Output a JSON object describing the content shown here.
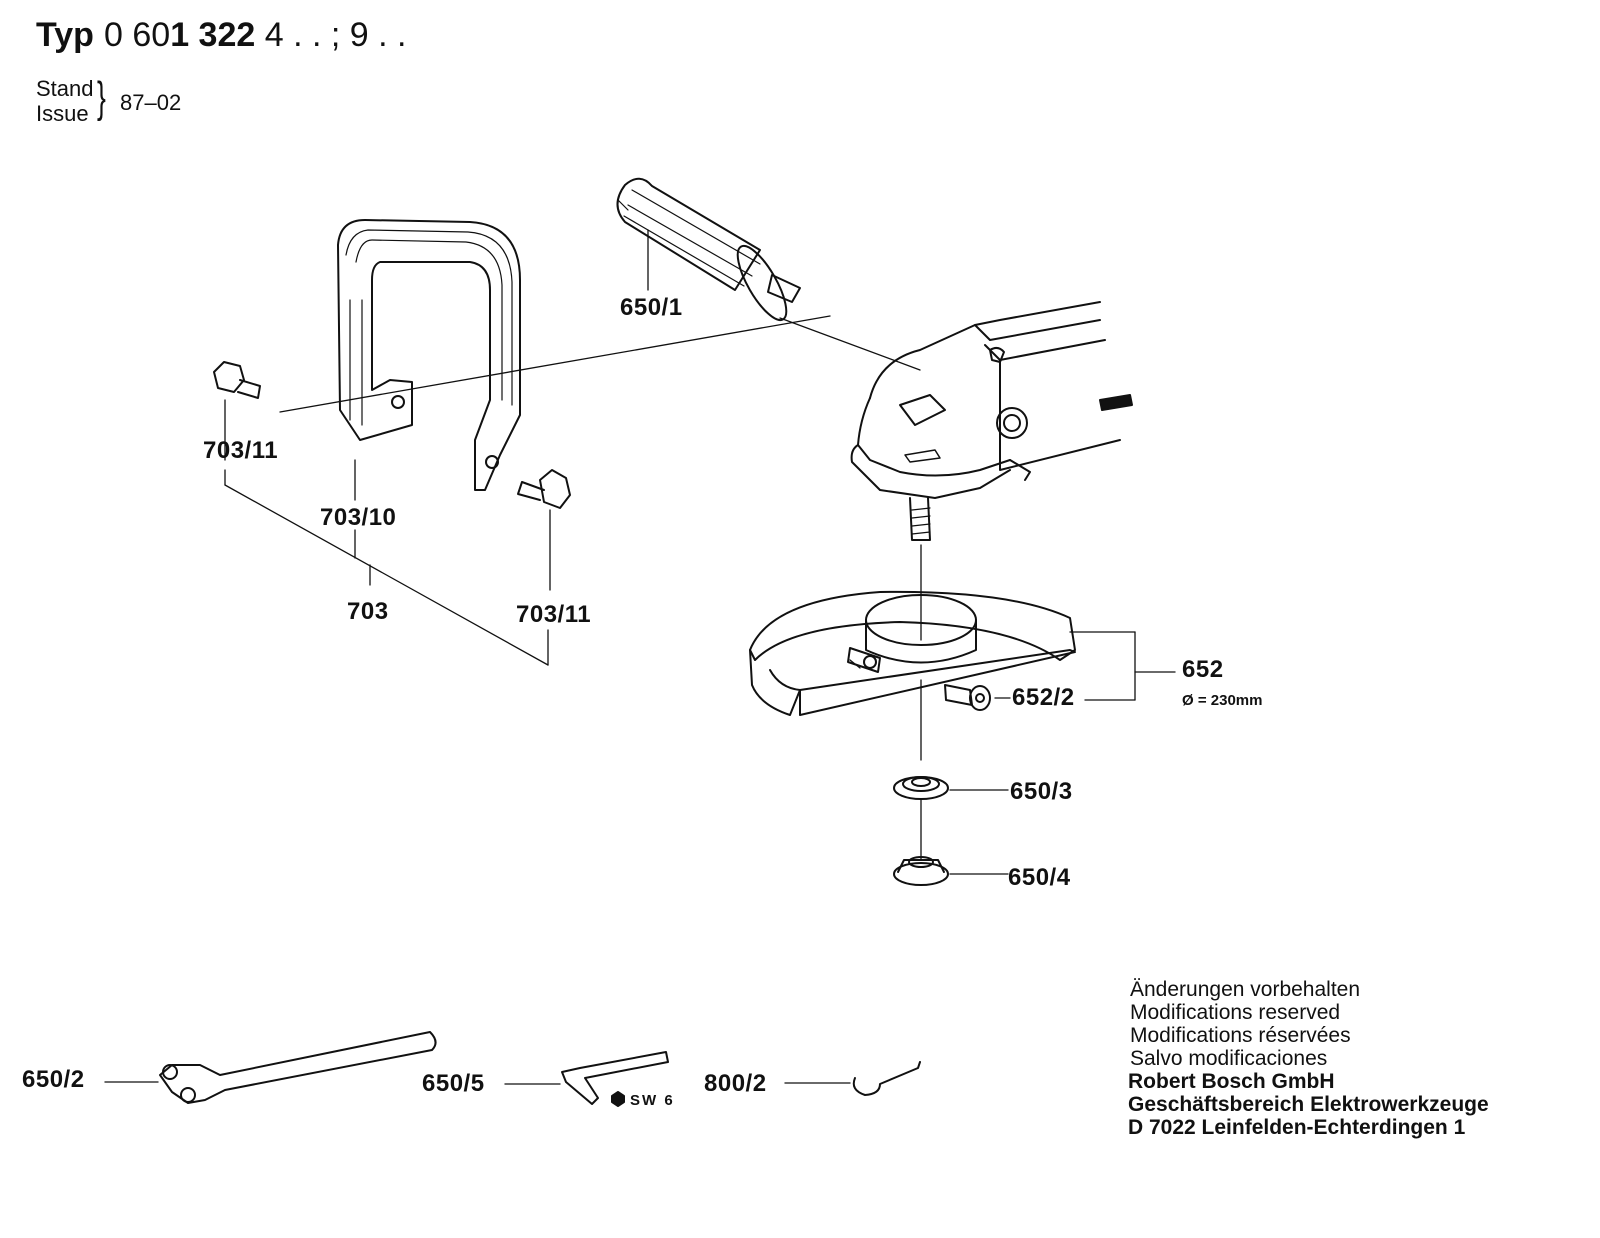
{
  "header": {
    "typ": "Typ",
    "number_prefix": "0 60",
    "number_bold": "1 322",
    "number_suffix": " 4 . . ; 9 . .",
    "stand": "Stand",
    "issue": "Issue",
    "date": "87–02"
  },
  "labels": {
    "p650_1": "650/1",
    "p703_11_left": "703/11",
    "p703_10": "703/10",
    "p703": "703",
    "p703_11_right": "703/11",
    "p652": "652",
    "p652_diameter": "Ø = 230mm",
    "p652_2": "652/2",
    "p650_3": "650/3",
    "p650_4": "650/4",
    "p650_2": "650/2",
    "p650_5": "650/5",
    "sw6": "SW 6",
    "p800_2": "800/2"
  },
  "notes": [
    "Änderungen vorbehalten",
    "Modifications reserved",
    "Modifications réservées",
    "Salvo modificaciones"
  ],
  "company": [
    "Robert Bosch GmbH",
    "Geschäftsbereich Elektrowerkzeuge",
    "D 7022 Leinfelden-Echterdingen 1"
  ]
}
